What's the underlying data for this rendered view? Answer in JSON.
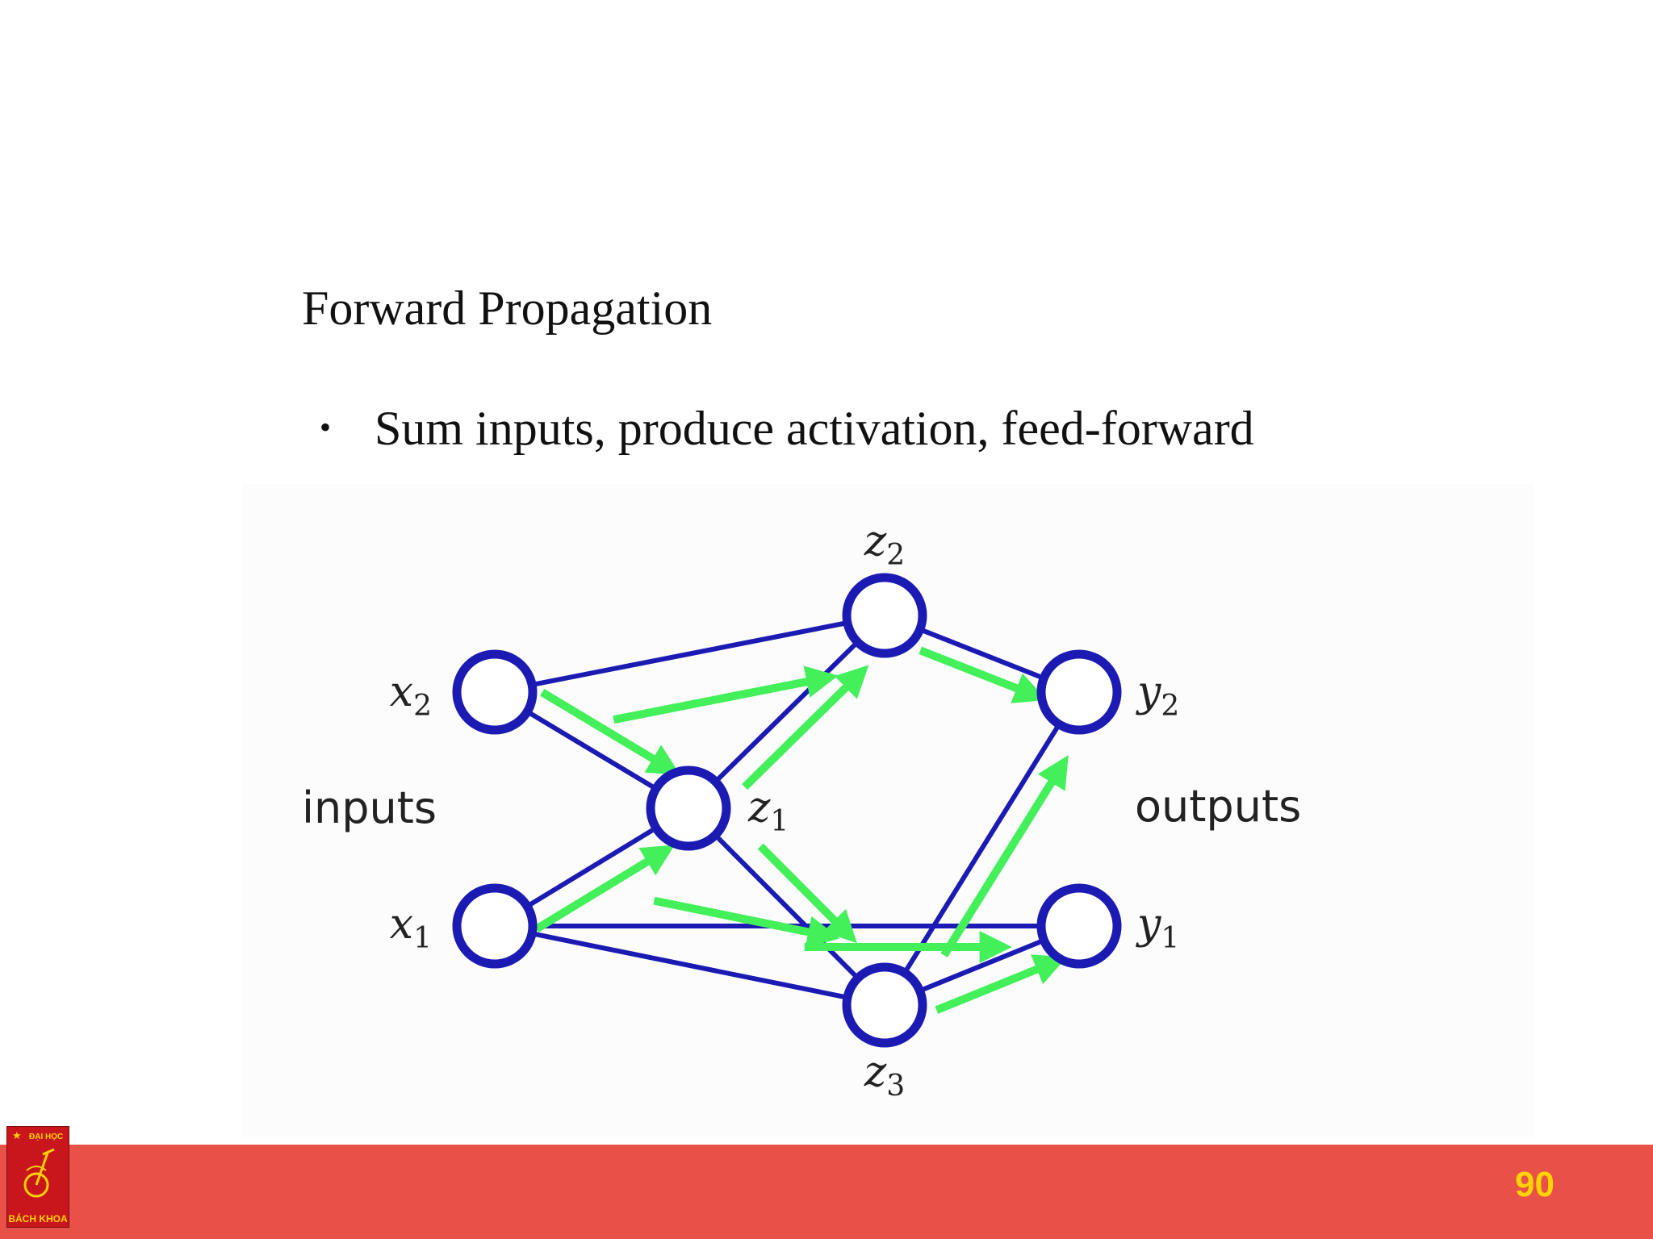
{
  "slide": {
    "title": "Forward Propagation",
    "bullet": "Sum inputs, produce activation, feed-forward",
    "page_number": "90"
  },
  "logo": {
    "top_text": "ĐẠI HỌC",
    "bottom_text": "BÁCH KHOA"
  },
  "diagram": {
    "group_labels": {
      "inputs": "inputs",
      "outputs": "outputs"
    },
    "nodes": [
      {
        "id": "x2",
        "var": "x",
        "sub": "2",
        "layer": "input"
      },
      {
        "id": "x1",
        "var": "x",
        "sub": "1",
        "layer": "input"
      },
      {
        "id": "z1",
        "var": "z",
        "sub": "1",
        "layer": "hidden"
      },
      {
        "id": "z2",
        "var": "z",
        "sub": "2",
        "layer": "hidden"
      },
      {
        "id": "z3",
        "var": "z",
        "sub": "3",
        "layer": "hidden"
      },
      {
        "id": "y2",
        "var": "y",
        "sub": "2",
        "layer": "output"
      },
      {
        "id": "y1",
        "var": "y",
        "sub": "1",
        "layer": "output"
      }
    ],
    "edges": [
      [
        "x2",
        "z2"
      ],
      [
        "x2",
        "z1"
      ],
      [
        "x1",
        "z1"
      ],
      [
        "x1",
        "z3"
      ],
      [
        "x1",
        "y1"
      ],
      [
        "z1",
        "z2"
      ],
      [
        "z1",
        "z3"
      ],
      [
        "z2",
        "y2"
      ],
      [
        "z3",
        "y2"
      ],
      [
        "z3",
        "y1"
      ]
    ],
    "colors": {
      "node": "#1b1bb4",
      "edge": "#1b1bb4",
      "arrow": "#44f05a"
    }
  }
}
